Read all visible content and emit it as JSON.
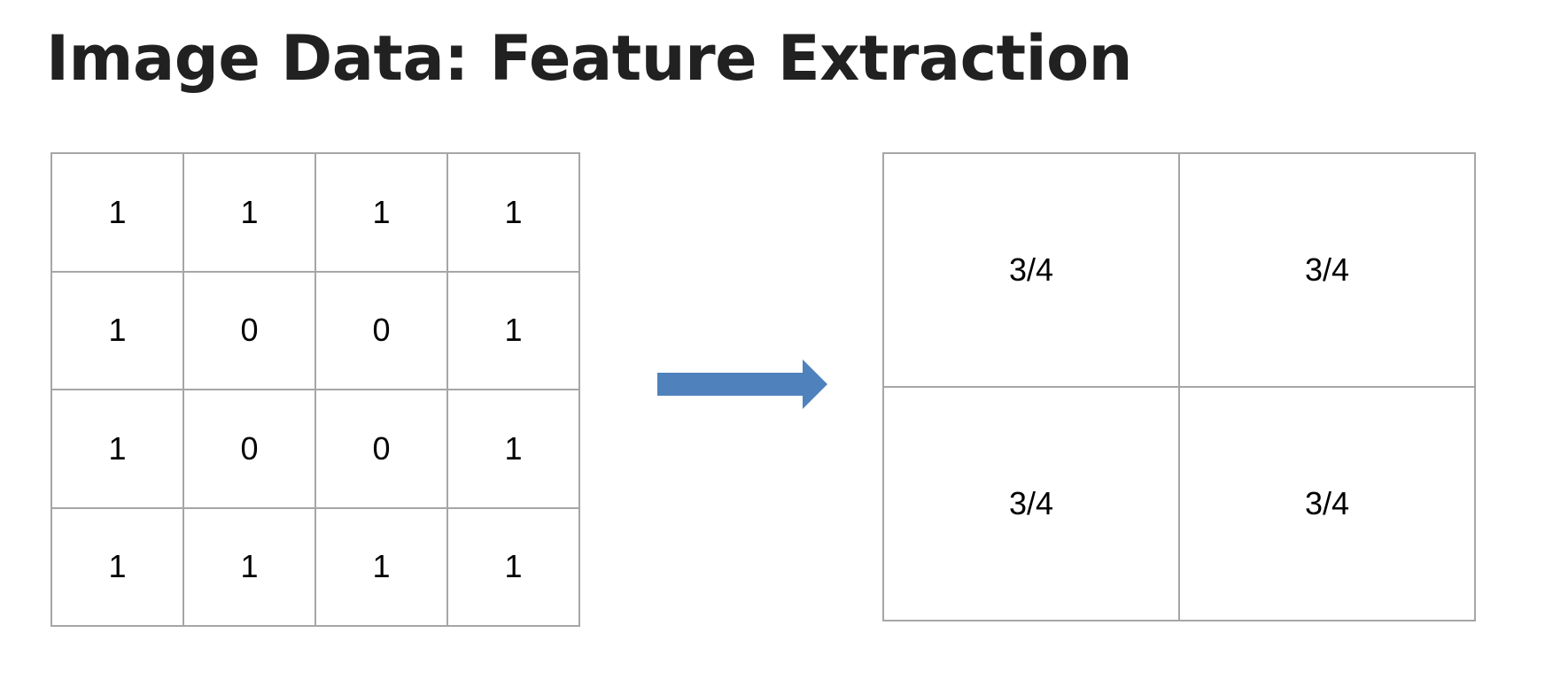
{
  "title": "Image Data: Feature Extraction",
  "input_grid": {
    "rows": [
      [
        "1",
        "1",
        "1",
        "1"
      ],
      [
        "1",
        "0",
        "0",
        "1"
      ],
      [
        "1",
        "0",
        "0",
        "1"
      ],
      [
        "1",
        "1",
        "1",
        "1"
      ]
    ]
  },
  "output_grid": {
    "rows": [
      [
        "3/4",
        "3/4"
      ],
      [
        "3/4",
        "3/4"
      ]
    ]
  },
  "colors": {
    "arrow": "#4f81bd",
    "grid_border": "#a6a6a6",
    "title": "#212121"
  },
  "icons": {
    "arrow": "right-arrow-icon"
  }
}
